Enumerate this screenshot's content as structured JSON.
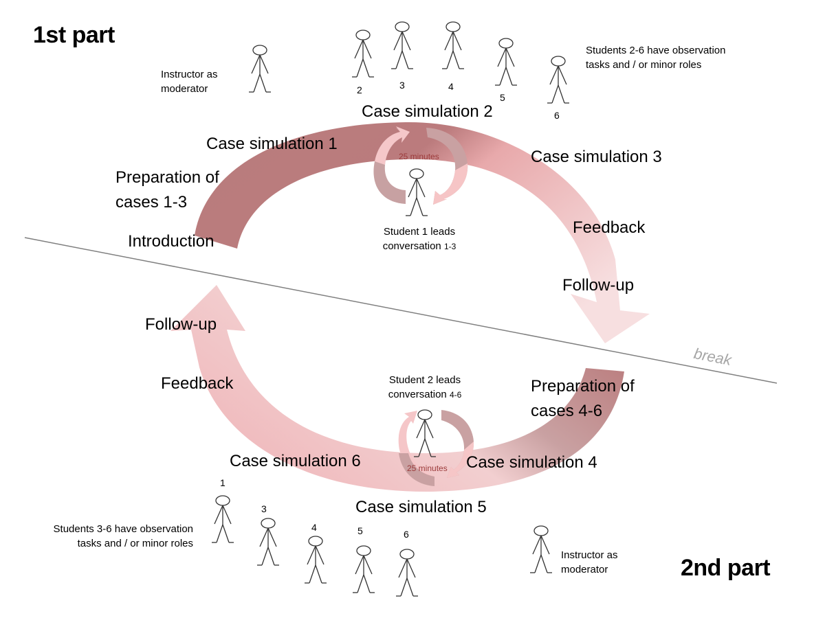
{
  "titles": {
    "part1": "1st part",
    "part2": "2nd part"
  },
  "divider": {
    "label": "break"
  },
  "part1": {
    "instructor_label": [
      "Instructor as",
      "moderator"
    ],
    "observers_note": [
      "Students 2-6 have observation",
      "tasks and / or minor roles"
    ],
    "student_numbers": [
      "2",
      "3",
      "4",
      "5",
      "6"
    ],
    "leader": {
      "line1": "Student 1 leads",
      "line2": "conversation",
      "range": "1-3"
    },
    "cycle_duration": "25 minutes",
    "steps": [
      "Introduction",
      "Preparation of",
      "cases 1-3",
      "Case simulation 1",
      "Case simulation 2",
      "Case simulation 3",
      "Feedback",
      "Follow-up"
    ]
  },
  "part2": {
    "instructor_label": [
      "Instructor as",
      "moderator"
    ],
    "observers_note": [
      "Students 3-6 have observation",
      "tasks and / or minor roles"
    ],
    "student_numbers": [
      "1",
      "3",
      "4",
      "5",
      "6"
    ],
    "leader": {
      "line1": "Student 2 leads",
      "line2": "conversation",
      "range": "4-6"
    },
    "cycle_duration": "25 minutes",
    "steps": [
      "Preparation of",
      "cases 4-6",
      "Case simulation 4",
      "Case simulation 5",
      "Case simulation 6",
      "Feedback",
      "Follow-up"
    ]
  },
  "colors": {
    "arrow_dark": "#b36868",
    "arrow_mid": "#c49a9a",
    "arrow_light": "#f2c6c8",
    "arrow_pale": "#f6dadb",
    "minutes_text": "#9b3a3a",
    "break_text": "#a6a6a6",
    "divider_line": "#7f7f7f"
  }
}
